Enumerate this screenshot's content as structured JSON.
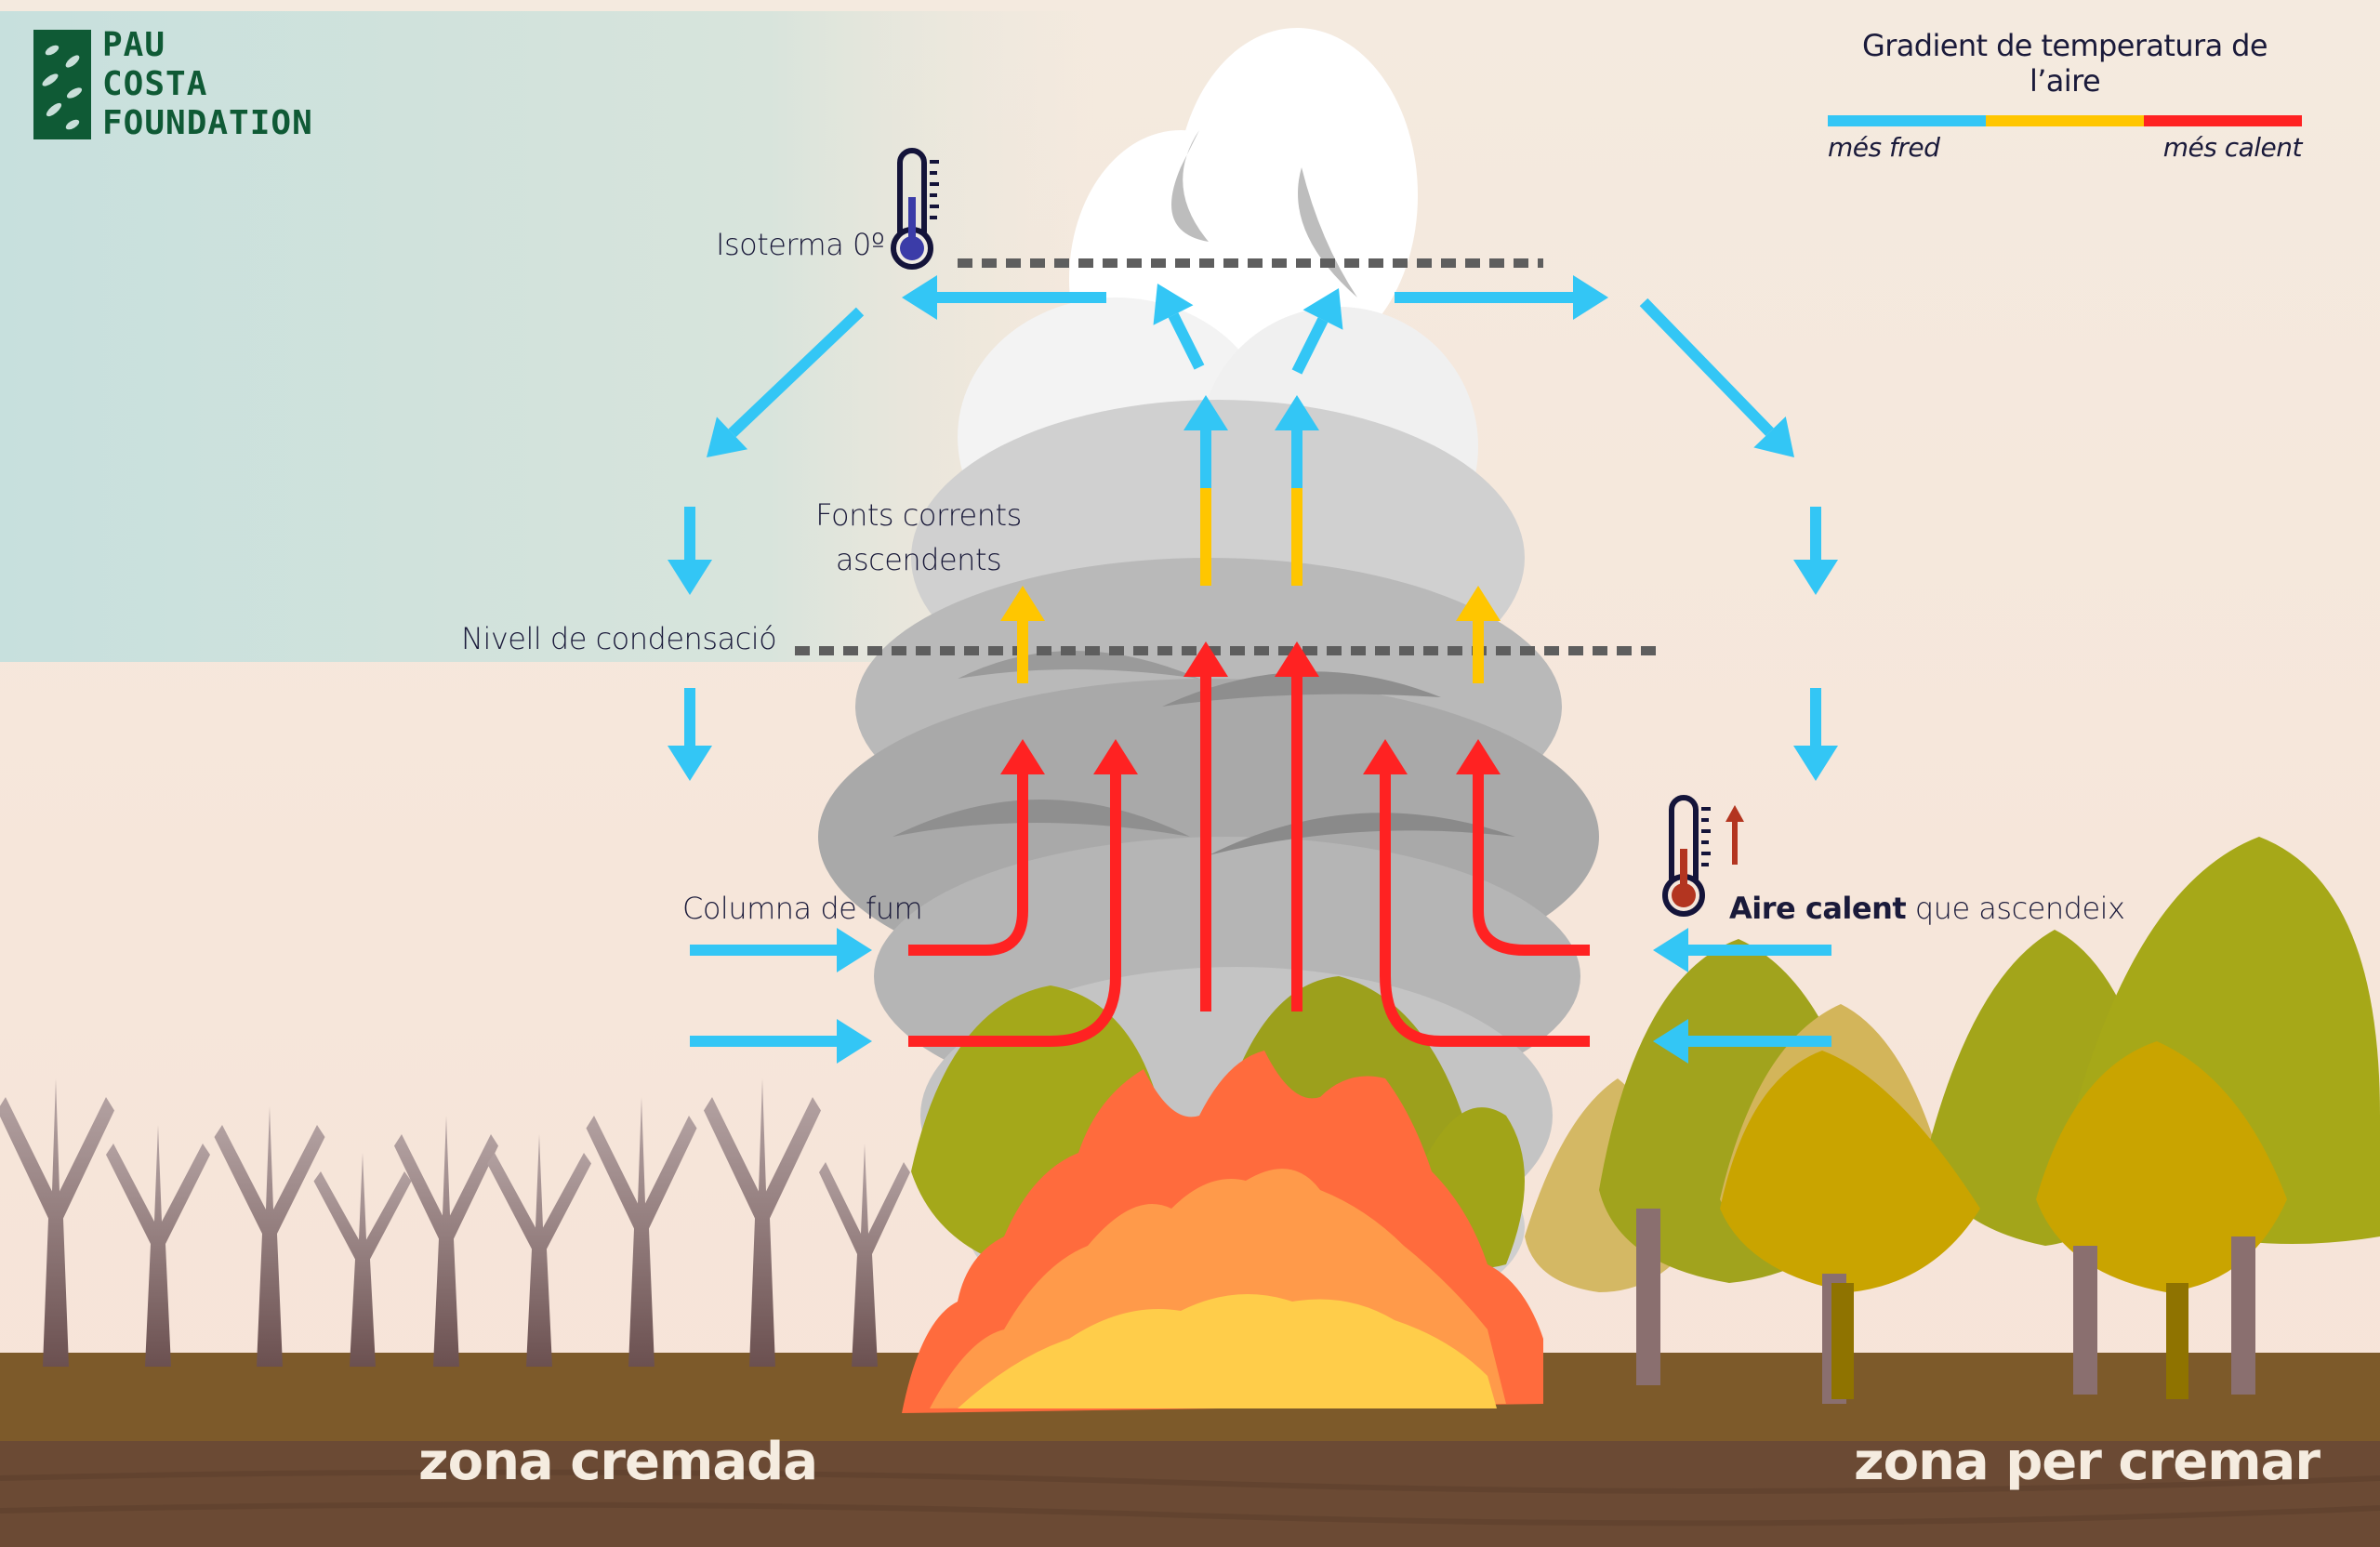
{
  "logo": {
    "line1": "PAU",
    "line2": "COSTA",
    "line3": "FOUNDATION"
  },
  "legend": {
    "title": "Gradient de temperatura de l’aire",
    "cold_label": "més fred",
    "hot_label": "més calent",
    "colors": [
      "#33c6f5",
      "#ffc600",
      "#ff2222"
    ]
  },
  "labels": {
    "isotherm": "Isoterma 0º",
    "updrafts_line1": "Fonts corrents",
    "updrafts_line2": "ascendents",
    "condensation": "Nivell de condensació",
    "smoke_column": "Columna de fum",
    "hot_air_bold": "Aire calent",
    "hot_air_rest": " que ascendeix"
  },
  "zones": {
    "burned": "zona cremada",
    "unburned": "zona per cremar"
  },
  "colors": {
    "cold_arrow": "#33c6f5",
    "warm_arrow": "#ffc600",
    "hot_arrow": "#ff2222",
    "dashed_line": "#5e5e5e",
    "ground": "#7d5a2a",
    "soil": "#6b4a34",
    "text": "#1a1a3a",
    "logo_green": "#0f5a35"
  }
}
